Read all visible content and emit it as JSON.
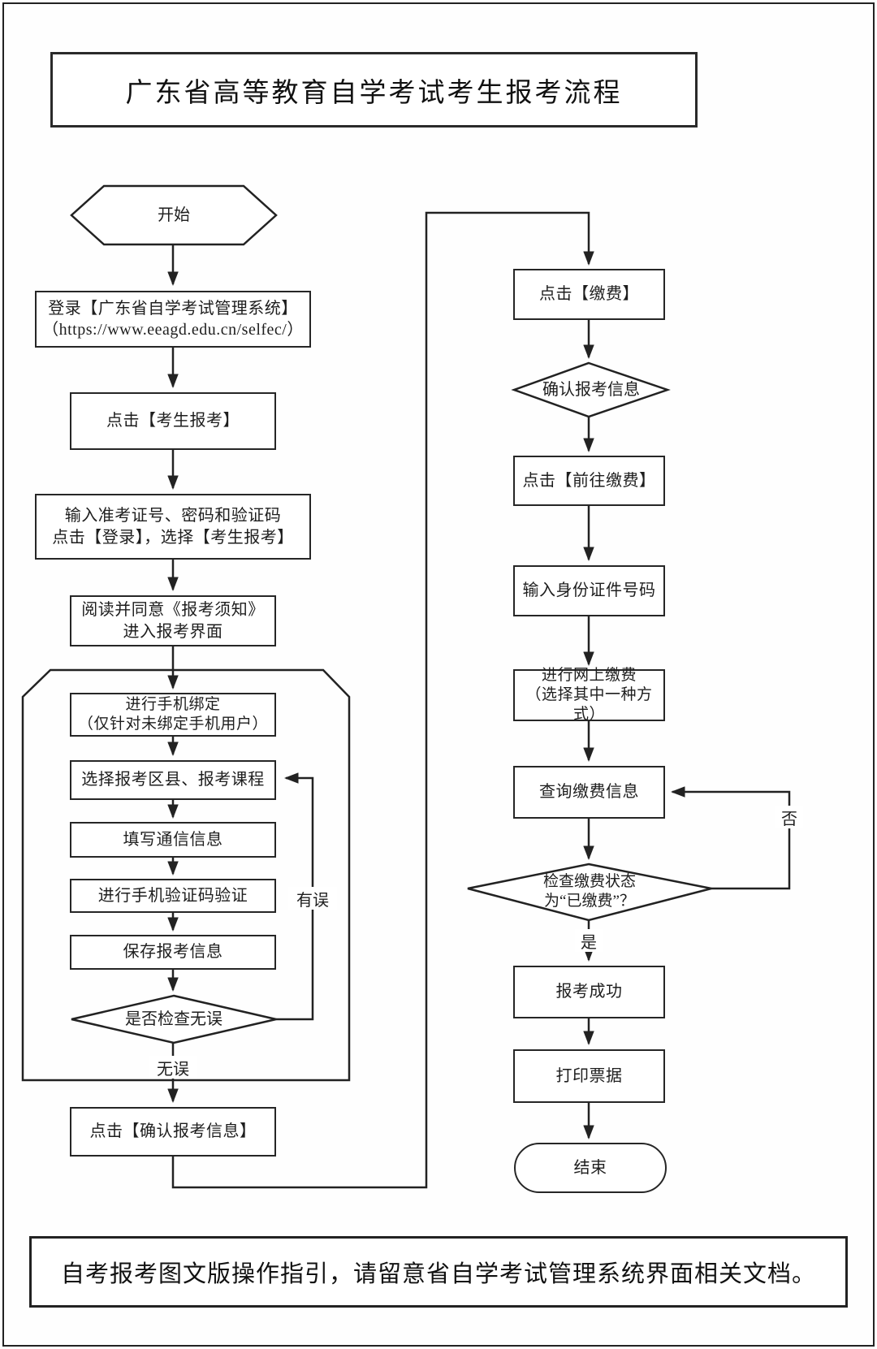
{
  "title": "广东省高等教育自学考试考生报考流程",
  "footer": "自考报考图文版操作指引，请留意省自学考试管理系统界面相关文档。",
  "colors": {
    "line": "#222222",
    "background": "#ffffff",
    "text": "#1e1e1e"
  },
  "left_column": {
    "start": "开始",
    "login": "登录【广东省自学考试管理系统】\n（https://www.eeagd.edu.cn/selfec/）",
    "click_register": "点击【考生报考】",
    "enter_credentials": "输入准考证号、密码和验证码\n点击【登录】，选择【考生报考】",
    "read_notice": "阅读并同意《报考须知》\n进入报考界面",
    "bind_phone": "进行手机绑定\n（仅针对未绑定手机用户）",
    "select_courses": "选择报考区县、报考课程",
    "fill_contact": "填写通信信息",
    "verify_phone": "进行手机验证码验证",
    "save_info": "保存报考信息",
    "check_decision": "是否检查无误",
    "label_error": "有误",
    "label_ok": "无误",
    "confirm_info": "点击【确认报考信息】"
  },
  "right_column": {
    "click_pay": "点击【缴费】",
    "confirm_decision": "确认报考信息",
    "go_pay": "点击【前往缴费】",
    "enter_id": "输入身份证件号码",
    "online_pay": "进行网上缴费\n（选择其中一种方式）",
    "query_pay": "查询缴费信息",
    "check_paid": "检查缴费状态\n为“已缴费”？",
    "label_no": "否",
    "label_yes": "是",
    "success": "报考成功",
    "print_receipt": "打印票据",
    "end": "结束"
  }
}
